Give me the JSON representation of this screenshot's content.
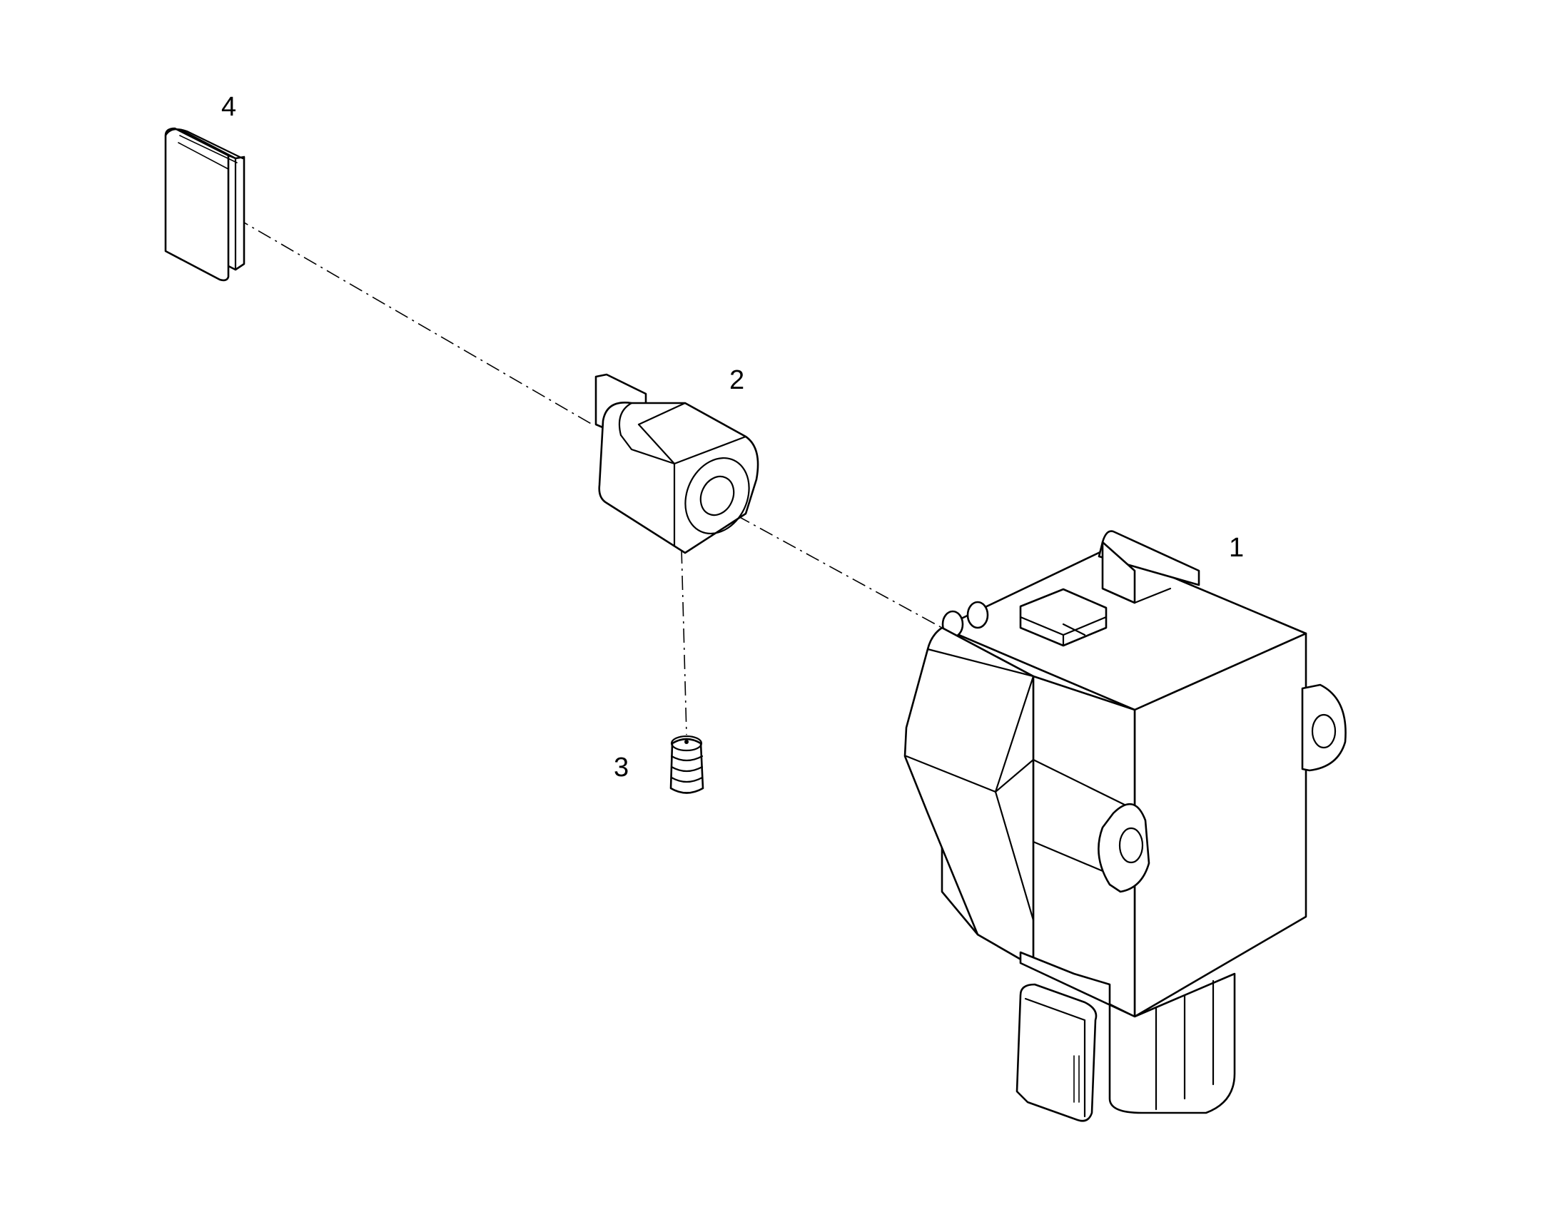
{
  "diagram": {
    "parts": [
      {
        "id": "1",
        "label": "1",
        "icon": "actuator-housing-icon"
      },
      {
        "id": "2",
        "label": "2",
        "icon": "adapter-bushing-icon"
      },
      {
        "id": "3",
        "label": "3",
        "icon": "set-screw-icon"
      },
      {
        "id": "4",
        "label": "4",
        "icon": "spring-clip-icon"
      }
    ],
    "colors": {
      "line": "#000000",
      "background": "#ffffff"
    }
  }
}
